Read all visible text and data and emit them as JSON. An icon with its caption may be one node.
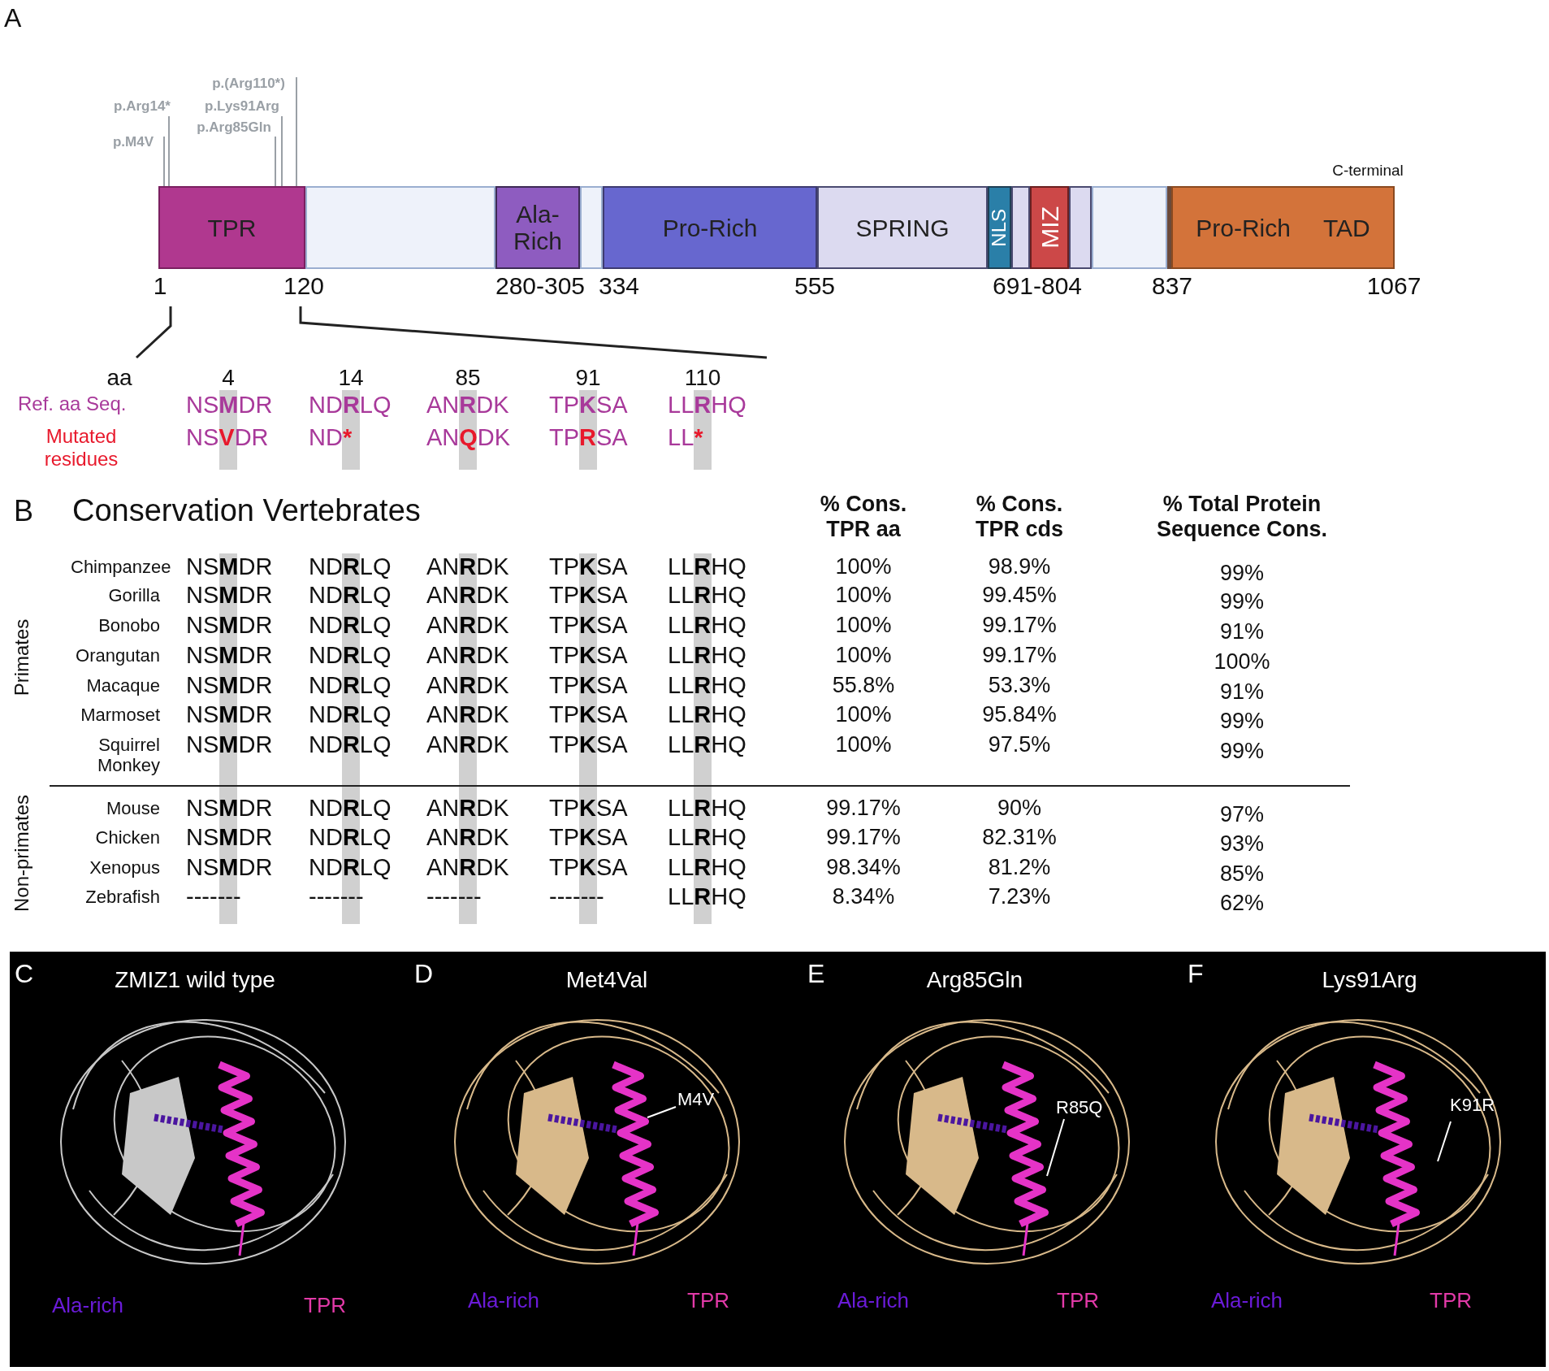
{
  "diagram": {
    "nodes": [
      {
        "text": [
          "p.(Arg110*)"
        ]
      },
      {
        "text": [
          "p.Arg14*"
        ]
      },
      {
        "text": [
          "p.Lys91Arg"
        ]
      },
      {
        "text": [
          "p.Arg85Gln"
        ]
      },
      {
        "text": [
          "p.M4V"
        ]
      },
      {
        "text": [
          "TPR"
        ]
      },
      {
        "text": [],
        "shape": "box"
      },
      {
        "text": [
          "Ala-Rich"
        ]
      },
      {
        "text": [],
        "shape": "box"
      },
      {
        "text": [
          "Pro-Rich"
        ]
      },
      {
        "text": [
          "SPRING"
        ]
      },
      {
        "text": [
          "NLS"
        ]
      },
      {
        "text": [],
        "shape": "box"
      },
      {
        "text": [
          "MIZ"
        ]
      },
      {
        "text": [],
        "shape": "box"
      },
      {
        "text": [],
        "shape": "box"
      },
      {
        "text": [],
        "shape": "bar"
      },
      {
        "text": [
          "Pro-Rich",
          "TAD"
        ],
        "beside": [
          "C-terminal"
        ]
      },
      {
        "text": [
          "M4V"
        ]
      },
      {
        "text": [
          "R85Q"
        ]
      },
      {
        "text": [
          "K91R"
        ]
      }
    ],
    "edges": [
      {
        "from": 0,
        "to": 5,
        "arrow": "none"
      },
      {
        "from": 1,
        "to": 5,
        "arrow": "none"
      },
      {
        "from": 2,
        "to": 5,
        "arrow": "none"
      },
      {
        "from": 3,
        "to": 5,
        "arrow": "none"
      },
      {
        "from": 4,
        "to": 5,
        "arrow": "none"
      },
      {
        "from": 18,
        "to": null,
        "arrow": "none",
        "color": "#ffffff"
      },
      {
        "from": 19,
        "to": null,
        "arrow": "none",
        "color": "#ffffff"
      },
      {
        "from": 20,
        "to": null,
        "arrow": "none",
        "color": "#ffffff"
      }
    ],
    "labels": [
      "A",
      "1",
      "120",
      "280-305",
      "334",
      "555",
      "691-804",
      "837",
      "1067",
      "aa",
      "4",
      "14",
      "85",
      "91",
      "110",
      "Ref. aa Seq.",
      "NS**M**DR",
      "ND**R**LQ",
      "AN**R**DK",
      "TP**K**SA",
      "LL**R**HQ",
      "Mutated residues",
      "NSVDR",
      "ND*",
      "ANQDK",
      "TPRSA",
      "LL*",
      "B",
      "Conservation Vertebrates",
      "% Cons. TPR aa",
      "% Cons. TPR cds",
      "% Total Protein Sequence Cons.",
      "Primates",
      "Chimpanzee",
      "NS**M**DR",
      "ND**R**LQ",
      "AN**R**DK",
      "TP**K**SA",
      "LL**R**HQ",
      "100%",
      "98.9%",
      "99%",
      "Gorilla",
      "NS**M**DR",
      "ND**R**LQ",
      "AN**R**DK",
      "TP**K**SA",
      "LL**R**HQ",
      "100%",
      "99.45%",
      "99%",
      "Bonobo",
      "NS**M**DR",
      "ND**R**LQ",
      "AN**R**DK",
      "TP**K**SA",
      "LL**R**HQ",
      "100%",
      "99.17%",
      "91%",
      "Orangutan",
      "NS**M**DR",
      "ND**R**LQ",
      "AN**R**DK",
      "TP**K**SA",
      "LL**R**HQ",
      "100%",
      "99.17%",
      "100%",
      "Macaque",
      "NS**M**DR",
      "ND**R**LQ",
      "AN**R**DK",
      "TP**K**SA",
      "LL**R**HQ",
      "55.8%",
      "53.3%",
      "91%",
      "Marmoset",
      "NS**M**DR",
      "ND**R**LQ",
      "AN**R**DK",
      "TP**K**SA",
      "LL**R**HQ",
      "100%",
      "95.84%",
      "99%",
      "Squirrel Monkey",
      "NS**M**DR",
      "ND**R**LQ",
      "AN**R**DK",
      "TP**K**SA",
      "LL**R**HQ",
      "100%",
      "97.5%",
      "99%",
      "Non-primates",
      "Mouse",
      "NS**M**DR",
      "ND**R**LQ",
      "AN**R**DK",
      "TP**K**SA",
      "LL**R**HQ",
      "99.17%",
      "90%",
      "97%",
      "Chicken",
      "NS**M**DR",
      "ND**R**LQ",
      "AN**R**DK",
      "TP**K**SA",
      "LL**R**HQ",
      "99.17%",
      "82.31%",
      "93%",
      "Xenopus",
      "NS**M**DR",
      "ND**R**LQ",
      "AN**R**DK",
      "TP**K**SA",
      "LL**R**HQ",
      "98.34%",
      "81.2%",
      "85%",
      "Zebrafish",
      "-------",
      "-------",
      "-------",
      "-------",
      "LL**R**HQ",
      "8.34%",
      "7.23%",
      "62%",
      "C",
      "ZMIZ1 wild type",
      "Ala-rich",
      "TPR",
      "D",
      "Met4Val",
      "Ala-rich",
      "TPR",
      "E",
      "Arg85Gln",
      "Ala-rich",
      "TPR",
      "F",
      "Lys91Arg",
      "Ala-rich",
      "TPR"
    ]
  }
}
